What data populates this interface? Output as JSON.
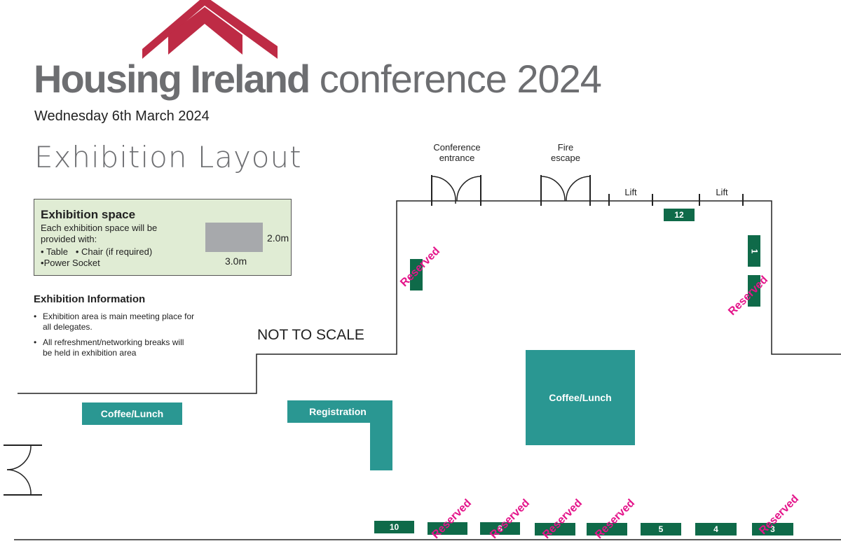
{
  "header": {
    "brand_bold": "Housing Ireland",
    "brand_light": "conference 2024",
    "date": "Wednesday 6th March 2024",
    "layout_title": "Exhibition Layout"
  },
  "colors": {
    "logo_roof": "#be2b45",
    "logo_text": "#6d6e71",
    "zone": "#2a9792",
    "stand": "#0f6a49",
    "reserved": "#e4148a",
    "legend_bg": "#e0ecd4"
  },
  "legend": {
    "heading": "Exhibition space",
    "description": "Each exhibition space will be provided with:",
    "items": [
      "Table",
      "Chair (if required)",
      "Power Socket"
    ],
    "width_label": "3.0m",
    "depth_label": "2.0m"
  },
  "info": {
    "heading": "Exhibition Information",
    "bullets": [
      "Exhibition area is main meeting place for all delegates.",
      "All refreshment/networking breaks will be held in exhibition area"
    ]
  },
  "scale_note": "NOT TO SCALE",
  "doors": {
    "conference_entrance": "Conference entrance",
    "fire_escape": "Fire escape",
    "lift_1": "Lift",
    "lift_2": "Lift"
  },
  "zones": {
    "coffee_left": "Coffee/Lunch",
    "registration": "Registration",
    "coffee_center": "Coffee/Lunch"
  },
  "stands": {
    "s12": "12",
    "s1": "1",
    "s10": "10",
    "s8": "8",
    "s5": "5",
    "s4": "4",
    "s3": "3"
  },
  "reserved_label": "Reserved"
}
